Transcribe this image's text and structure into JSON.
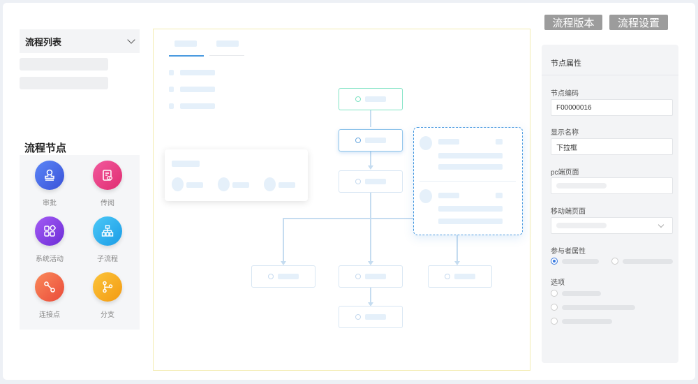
{
  "toolbar": {
    "version_label": "流程版本",
    "settings_label": "流程设置"
  },
  "sidebar": {
    "list_title": "流程列表",
    "nodes_title": "流程节点",
    "nodes": [
      {
        "label": "审批",
        "icon": "stamp-icon",
        "color": "#4a6cf0"
      },
      {
        "label": "传阅",
        "icon": "document-eye-icon",
        "color": "#ea3f86"
      },
      {
        "label": "系统活动",
        "icon": "grid-icon",
        "color": "#8a3ee8"
      },
      {
        "label": "子流程",
        "icon": "org-chart-icon",
        "color": "#25aef0"
      },
      {
        "label": "连接点",
        "icon": "connector-icon",
        "color": "#f0614a"
      },
      {
        "label": "分支",
        "icon": "branch-icon",
        "color": "#f5a623"
      }
    ]
  },
  "panel": {
    "title": "节点属性",
    "code_label": "节点编码",
    "code_value": "F00000016",
    "name_label": "显示名称",
    "name_value": "下拉框",
    "pc_label": "pc端页面",
    "mobile_label": "移动端页面",
    "participant_label": "参与者属性",
    "options_label": "选项"
  },
  "colors": {
    "accent": "#3a7be0",
    "selected_node_border": "#8dc3ea",
    "start_node_border": "#7fe3c4"
  }
}
